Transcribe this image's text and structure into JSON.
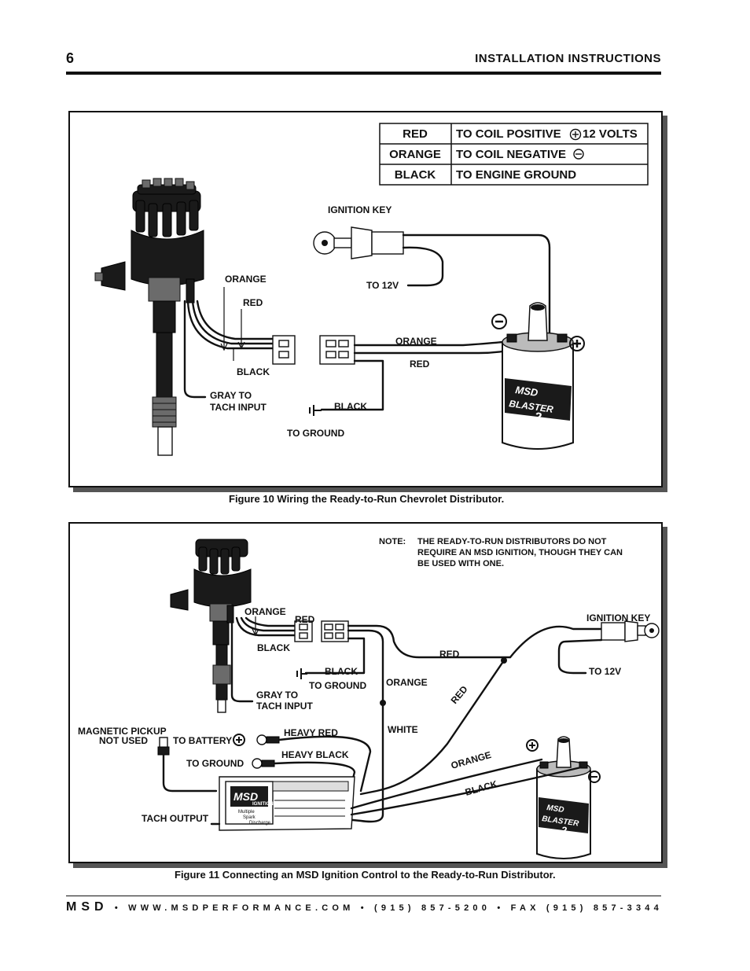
{
  "header": {
    "page_number": "6",
    "section_title": "INSTALLATION INSTRUCTIONS"
  },
  "figure10": {
    "caption": "Figure 10  Wiring the Ready-to-Run Chevrolet Distributor.",
    "table": [
      {
        "wire": "RED",
        "connection": "TO COIL POSITIVE",
        "symbol": "+",
        "suffix": "12 VOLTS"
      },
      {
        "wire": "ORANGE",
        "connection": "TO COIL NEGATIVE",
        "symbol": "−",
        "suffix": ""
      },
      {
        "wire": "BLACK",
        "connection": "TO ENGINE GROUND",
        "symbol": "",
        "suffix": ""
      }
    ],
    "labels": {
      "ignition_key": "IGNITION KEY",
      "to_12v": "TO 12V",
      "orange_dist": "ORANGE",
      "red_dist": "RED",
      "black_dist": "BLACK",
      "gray_line1": "GRAY TO",
      "gray_line2": "TACH INPUT",
      "orange_coil": "ORANGE",
      "red_coil": "RED",
      "black_ground": "BLACK",
      "to_ground": "TO GROUND",
      "coil_brand": "MSD",
      "coil_model": "BLASTER",
      "coil_number": "2"
    }
  },
  "figure11": {
    "caption": "Figure 11 Connecting an MSD Ignition Control to the Ready-to-Run Distributor.",
    "note": {
      "prefix": "NOTE:",
      "line1": "THE READY-TO-RUN DISTRIBUTORS DO NOT",
      "line2": "REQUIRE AN MSD IGNITION, THOUGH THEY CAN",
      "line3": "BE USED WITH ONE."
    },
    "labels": {
      "orange_dist": "ORANGE",
      "red_dist": "RED",
      "black_dist": "BLACK",
      "black_ground": "BLACK",
      "to_ground_dist": "TO GROUND",
      "gray_line1": "GRAY TO",
      "gray_line2": "TACH INPUT",
      "red_top": "RED",
      "orange_mid": "ORANGE",
      "white": "WHITE",
      "red_diag": "RED",
      "ignition_key": "IGNITION KEY",
      "to_12v": "TO 12V",
      "mag_line1": "MAGNETIC PICKUP",
      "mag_line2": "NOT USED",
      "to_battery": "TO BATTERY",
      "heavy_red": "HEAVY RED",
      "to_ground_box": "TO GROUND",
      "heavy_black": "HEAVY BLACK",
      "tach_output": "TACH OUTPUT",
      "orange_coil": "ORANGE",
      "black_coil": "BLACK",
      "box_brand": "MSD",
      "box_sub": "IGNITION",
      "box_line1": "Multiple",
      "box_line2": "Spark",
      "box_line3": "Discharge",
      "coil_brand": "MSD",
      "coil_model": "BLASTER",
      "coil_number": "2"
    }
  },
  "footer": {
    "brand": "MSD",
    "website": "WWW.MSDPERFORMANCE.COM",
    "phone": "(915) 857-5200",
    "fax": "FAX (915) 857-3344"
  }
}
